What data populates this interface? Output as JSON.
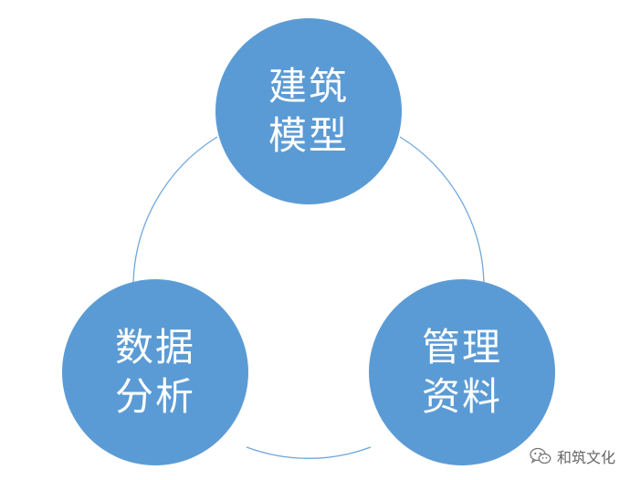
{
  "colors": {
    "node_fill": "#5b9bd5",
    "node_text": "#ffffff",
    "connector": "#6fa8dc",
    "watermark_text": "#666666"
  },
  "nodes": {
    "top": {
      "line1": "建筑",
      "line2": "模型"
    },
    "left": {
      "line1": "数据",
      "line2": "分析"
    },
    "right": {
      "line1": "管理",
      "line2": "资料"
    }
  },
  "watermark": {
    "icon": "wechat-icon",
    "text": "和筑文化"
  }
}
